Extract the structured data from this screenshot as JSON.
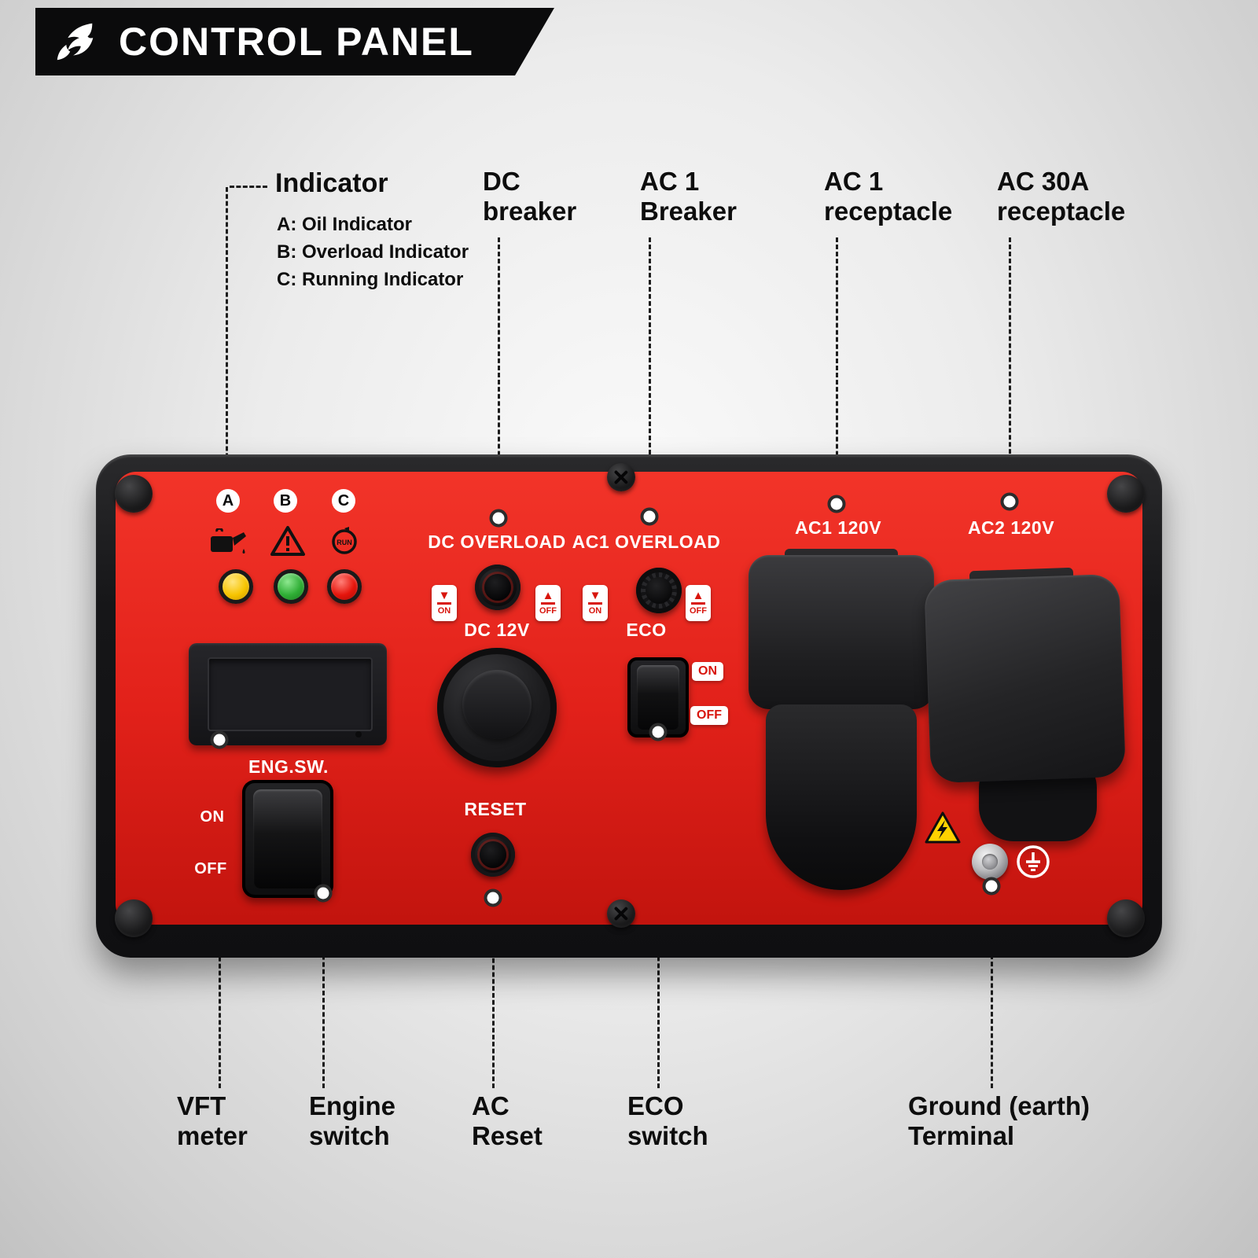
{
  "header": {
    "title": "CONTROL PANEL"
  },
  "colors": {
    "panel_red": "#E2211A",
    "frame_black": "#141416",
    "accent_text_red": "#D8150D",
    "led_yellow": "#F7C400",
    "led_green": "#2FAE35",
    "led_red": "#E5150C",
    "warning_yellow": "#FFD200"
  },
  "callouts_top": {
    "indicator": {
      "label": "Indicator",
      "items": [
        "A:  Oil Indicator",
        "B:  Overload Indicator",
        "C:  Running Indicator"
      ]
    },
    "dc_breaker": {
      "line1": "DC",
      "line2": "breaker"
    },
    "ac1_breaker": {
      "line1": "AC 1",
      "line2": "Breaker"
    },
    "ac1_receptacle": {
      "line1": "AC 1",
      "line2": "receptacle"
    },
    "ac30a_receptacle": {
      "line1": "AC 30A",
      "line2": "receptacle"
    }
  },
  "callouts_bottom": {
    "vft_meter": {
      "line1": "VFT",
      "line2": "meter"
    },
    "engine_switch": {
      "line1": "Engine",
      "line2": "switch"
    },
    "ac_reset": {
      "line1": "AC",
      "line2": "Reset"
    },
    "eco_switch": {
      "line1": "ECO",
      "line2": "switch"
    },
    "ground_terminal": {
      "line1": "Ground (earth)",
      "line2": "Terminal"
    }
  },
  "panel": {
    "indicator_letters": {
      "a": "A",
      "b": "B",
      "c": "C"
    },
    "run_label": "RUN",
    "dc_overload": "DC OVERLOAD",
    "dc_12v": "DC 12V",
    "reset_label": "RESET",
    "ac1_overload": "AC1 OVERLOAD",
    "eco_label": "ECO",
    "eng_sw_label": "ENG.SW.",
    "on_label": "ON",
    "off_label": "OFF",
    "ac1_voltage": "AC1 120V",
    "ac2_voltage": "AC2 120V"
  }
}
